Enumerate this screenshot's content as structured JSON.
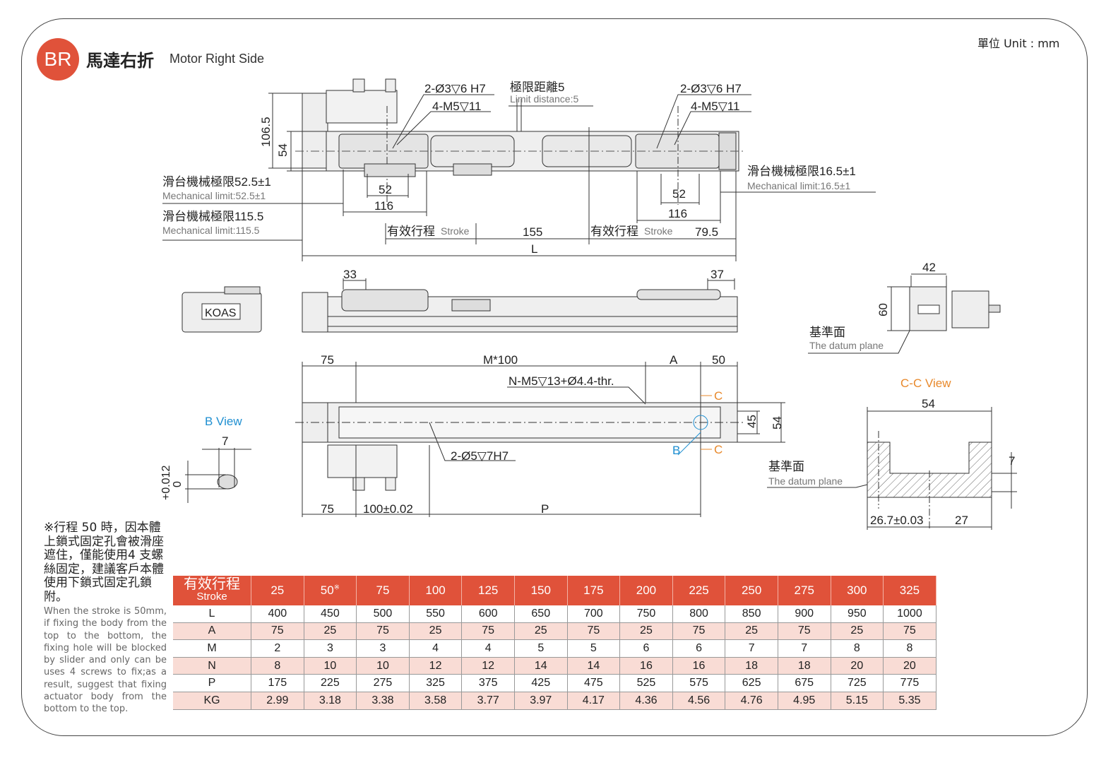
{
  "header": {
    "badge": "BR",
    "title_cn": "馬達右折",
    "title_en": "Motor Right Side",
    "unit": "單位 Unit : mm"
  },
  "top_view": {
    "hole_label_left_1": "2-Ø3▽6 H7",
    "hole_label_left_2": "4-M5▽11",
    "limit_cn": "極限距離5",
    "limit_en": "Limit distance:5",
    "hole_label_right_1": "2-Ø3▽6 H7",
    "hole_label_right_2": "4-M5▽11",
    "dim_106_5": "106.5",
    "dim_54": "54",
    "mech_limit_52_cn": "滑台機械極限52.5±1",
    "mech_limit_52_en": "Mechanical limit:52.5±1",
    "mech_limit_115_cn": "滑台機械極限115.5",
    "mech_limit_115_en": "Mechanical limit:115.5",
    "mech_limit_16_cn": "滑台機械極限16.5±1",
    "mech_limit_16_en": "Mechanical limit:16.5±1",
    "dim_52_left": "52",
    "dim_116_left": "116",
    "dim_52_right": "52",
    "dim_116_right": "116",
    "stroke_cn_left": "有效行程",
    "stroke_en_left": "Stroke",
    "dim_155": "155",
    "stroke_cn_right": "有效行程",
    "stroke_en_right": "Stroke",
    "dim_79_5": "79.5",
    "dim_L": "L"
  },
  "side_view": {
    "dim_33": "33",
    "dim_37": "37",
    "logo": "KOAS",
    "dim_42": "42",
    "dim_60": "60",
    "datum_cn": "基準面",
    "datum_en": "The datum plane"
  },
  "bottom_view": {
    "dim_75_top": "75",
    "dim_M100": "M*100",
    "dim_A": "A",
    "dim_50": "50",
    "hole_N": "N-M5▽13+Ø4.4-thr.",
    "hole_2": "2-Ø5▽7H7",
    "dim_45": "45",
    "dim_54": "54",
    "mark_C": "C",
    "mark_B": "B",
    "dim_75_bottom": "75",
    "dim_100": "100±0.02",
    "dim_P": "P",
    "b_view_title": "B View",
    "b_dim_7": "7",
    "b_tol": "+0.012",
    "b_tol_zero": "0",
    "datum_cn": "基準面",
    "datum_en": "The datum plane"
  },
  "cc_view": {
    "title": "C-C View",
    "dim_54": "54",
    "dim_7": "7",
    "dim_26_7": "26.7±0.03",
    "dim_27": "27"
  },
  "note": {
    "cn": "※行程 50 時，因本體上鎖式固定孔會被滑座遮住，僅能使用4 支螺絲固定，建議客戶本體使用下鎖式固定孔鎖附。",
    "en": "When the stroke is 50mm, if fixing the body from the top to the bottom, the fixing hole will be blocked by slider and only can be uses 4 screws to fix;as a result, suggest that fixing actuator body from the bottom to the top."
  },
  "table": {
    "header_cn": "有效行程",
    "header_en": "Stroke",
    "strokes": [
      "25",
      "50",
      "75",
      "100",
      "125",
      "150",
      "175",
      "200",
      "225",
      "250",
      "275",
      "300",
      "325"
    ],
    "stroke_note_mark": "※",
    "rows": [
      {
        "label": "L",
        "values": [
          "400",
          "450",
          "500",
          "550",
          "600",
          "650",
          "700",
          "750",
          "800",
          "850",
          "900",
          "950",
          "1000"
        ]
      },
      {
        "label": "A",
        "values": [
          "75",
          "25",
          "75",
          "25",
          "75",
          "25",
          "75",
          "25",
          "75",
          "25",
          "75",
          "25",
          "75"
        ]
      },
      {
        "label": "M",
        "values": [
          "2",
          "3",
          "3",
          "4",
          "4",
          "5",
          "5",
          "6",
          "6",
          "7",
          "7",
          "8",
          "8"
        ]
      },
      {
        "label": "N",
        "values": [
          "8",
          "10",
          "10",
          "12",
          "12",
          "14",
          "14",
          "16",
          "16",
          "18",
          "18",
          "20",
          "20"
        ]
      },
      {
        "label": "P",
        "values": [
          "175",
          "225",
          "275",
          "325",
          "375",
          "425",
          "475",
          "525",
          "575",
          "625",
          "675",
          "725",
          "775"
        ]
      },
      {
        "label": "KG",
        "values": [
          "2.99",
          "3.18",
          "3.38",
          "3.58",
          "3.77",
          "3.97",
          "4.17",
          "4.36",
          "4.56",
          "4.76",
          "4.95",
          "5.15",
          "5.35"
        ]
      }
    ]
  },
  "colors": {
    "accent": "#e0523a",
    "row_alt": "#f9dcd5",
    "b_view_blue": "#1f8fd1",
    "cc_orange": "#e8892c"
  }
}
